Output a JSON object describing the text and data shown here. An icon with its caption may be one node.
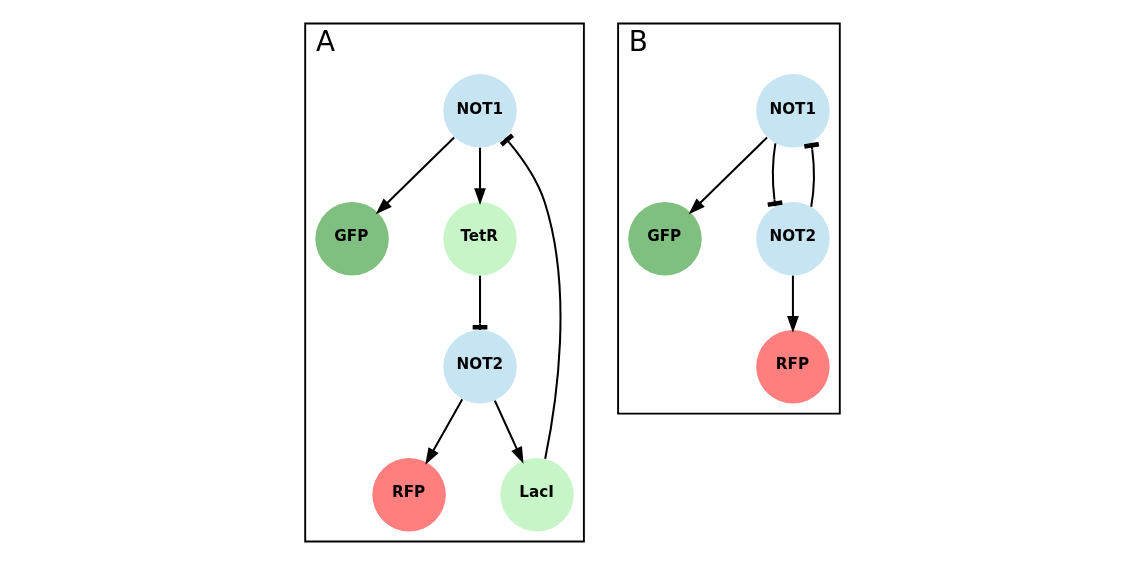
{
  "diagram": {
    "nodes": [
      {
        "text": [
          "A"
        ]
      },
      {
        "text": [
          "GFP"
        ],
        "in": 0
      },
      {
        "text": [
          "NOT1"
        ],
        "in": 0
      },
      {
        "text": [
          "LacI"
        ],
        "in": 0
      },
      {
        "text": [
          "TetR"
        ],
        "in": 0
      },
      {
        "text": [
          "NOT2"
        ],
        "in": 0
      },
      {
        "text": [
          "RFP"
        ],
        "in": 0
      },
      {
        "text": [
          "B"
        ]
      },
      {
        "text": [
          "GFP"
        ],
        "in": 7
      },
      {
        "text": [
          "NOT1"
        ],
        "in": 7
      },
      {
        "text": [
          "NOT2"
        ],
        "in": 7
      },
      {
        "text": [
          "RFP"
        ],
        "in": 7
      }
    ],
    "edges": [
      {
        "from": 2,
        "to": 1,
        "arrow": "to"
      },
      {
        "from": 2,
        "to": 4,
        "arrow": "to"
      },
      {
        "from": 3,
        "to": 2,
        "arrow": "other"
      },
      {
        "from": 4,
        "to": 5,
        "arrow": "other"
      },
      {
        "from": 5,
        "to": 3,
        "arrow": "to"
      },
      {
        "from": 5,
        "to": 6,
        "arrow": "to"
      },
      {
        "from": 9,
        "to": 8,
        "arrow": "to"
      },
      {
        "from": 9,
        "to": 10,
        "arrow": "other"
      },
      {
        "from": 10,
        "to": 9,
        "arrow": "other"
      },
      {
        "from": 10,
        "to": 11,
        "arrow": "to"
      }
    ]
  }
}
